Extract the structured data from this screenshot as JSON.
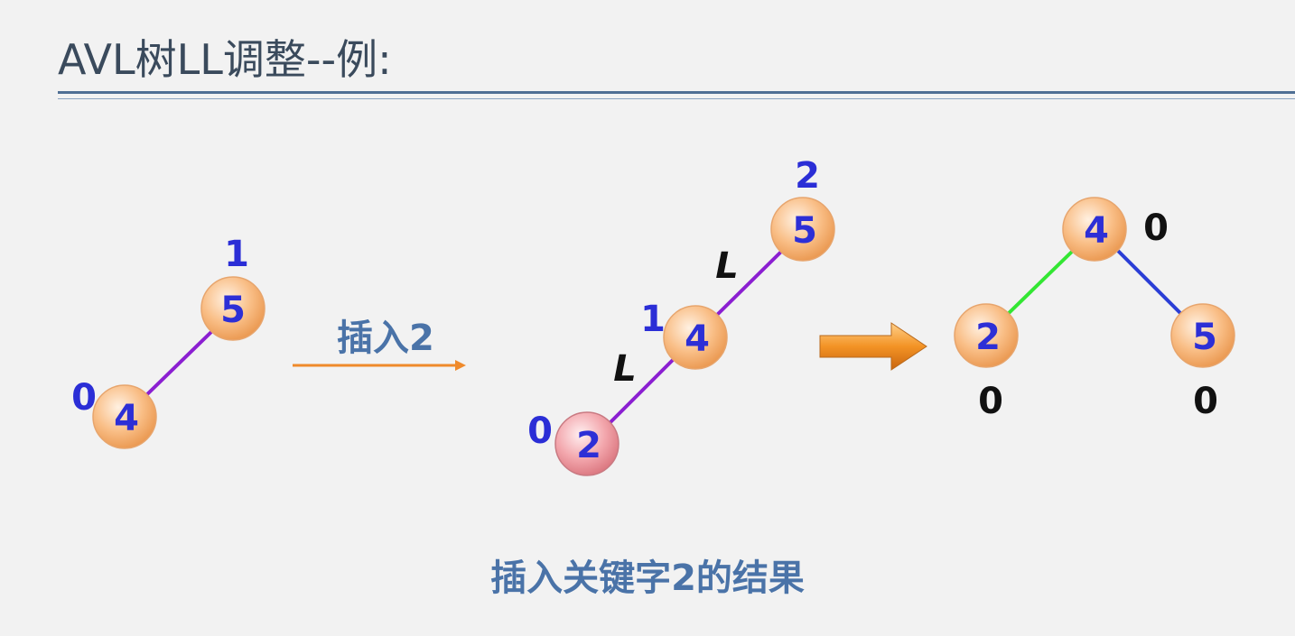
{
  "title": "AVL树LL调整--例:",
  "insert_label": "插入2",
  "caption": "插入关键字2的结果",
  "colors": {
    "node_fill": "#f9be86",
    "node_new_fill": "#f3a7ad",
    "key_text": "#2d2fd6",
    "bf_blue": "#2b2ed6",
    "bf_black": "#111111",
    "edge_purple": "#8b1fd1",
    "edge_green": "#33e633",
    "edge_blue": "#2b3ed6",
    "arrow_orange": "#ef8a2b"
  },
  "trees": [
    {
      "name": "before",
      "nodes": [
        {
          "key": "5",
          "bf": "1"
        },
        {
          "key": "4",
          "bf": "0"
        }
      ]
    },
    {
      "name": "after-insert",
      "nodes": [
        {
          "key": "5",
          "bf": "2",
          "edge_mark": "L"
        },
        {
          "key": "4",
          "bf": "1",
          "edge_mark": "L"
        },
        {
          "key": "2",
          "bf": "0"
        }
      ]
    },
    {
      "name": "after-rotation",
      "nodes": [
        {
          "key": "4",
          "bf": "0"
        },
        {
          "key": "2",
          "bf": "0"
        },
        {
          "key": "5",
          "bf": "0"
        }
      ]
    }
  ]
}
